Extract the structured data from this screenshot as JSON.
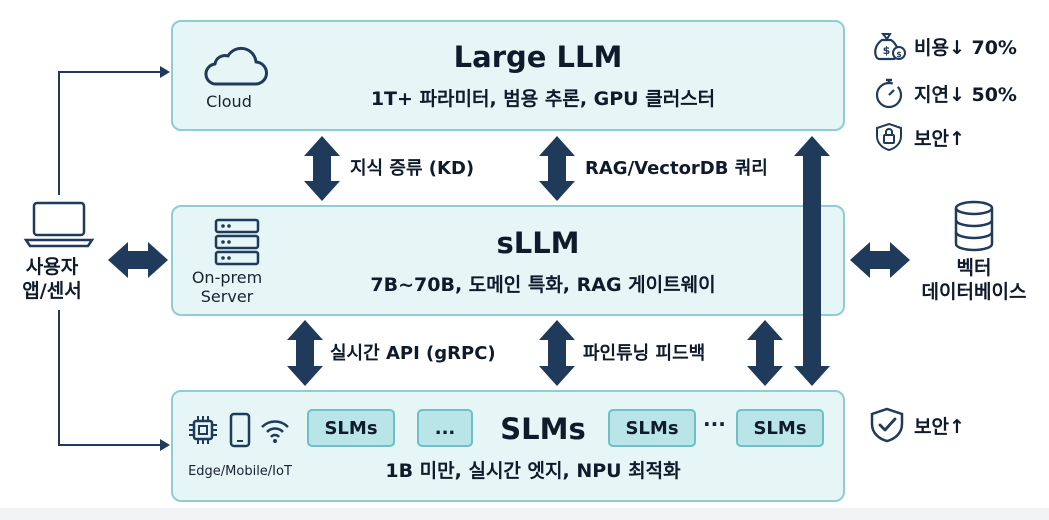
{
  "user": {
    "label_line1": "사용자",
    "label_line2": "앱/센서",
    "icon": "laptop-icon"
  },
  "tiers": {
    "large": {
      "title": "Large LLM",
      "subtitle": "1T+ 파라미터, 범용 추론, GPU 클러스터",
      "caption": "Cloud",
      "icon": "cloud-icon"
    },
    "sllm": {
      "title": "sLLM",
      "subtitle": "7B~70B, 도메인 특화, RAG 게이트웨이",
      "caption_line1": "On-prem",
      "caption_line2": "Server",
      "icon": "server-icon"
    },
    "slm": {
      "title": "SLMs",
      "subtitle": "1B 미만, 실시간 엣지, NPU 최적화",
      "caption": "Edge/Mobile/IoT",
      "icons": [
        "chip-icon",
        "smartphone-icon",
        "wifi-icon"
      ],
      "chips": [
        "SLMs",
        "...",
        "SLMs",
        "SLMs"
      ],
      "dots": "···"
    }
  },
  "connections": {
    "kd": "지식 증류 (KD)",
    "rag": "RAG/VectorDB 쿼리",
    "grpc": "실시간 API (gRPC)",
    "finetune": "파인튜닝 피드백"
  },
  "vector_db": {
    "label_line1": "벡터",
    "label_line2": "데이터베이스",
    "icon": "database-icon"
  },
  "metrics": {
    "cost": {
      "text": "비용↓ 70%",
      "icon": "money-bag-icon"
    },
    "latency": {
      "text": "지연↓ 50%",
      "icon": "stopwatch-icon"
    },
    "security": {
      "text": "보안↑",
      "icon": "lock-icon"
    }
  },
  "slm_security": {
    "text": "보안↑",
    "icon": "shield-check-icon"
  },
  "colors": {
    "tier_fill": "#e6f5f6",
    "tier_border": "#8fcdd2",
    "arrow": "#1f3a5a",
    "chip_fill": "#b9e5e8"
  }
}
